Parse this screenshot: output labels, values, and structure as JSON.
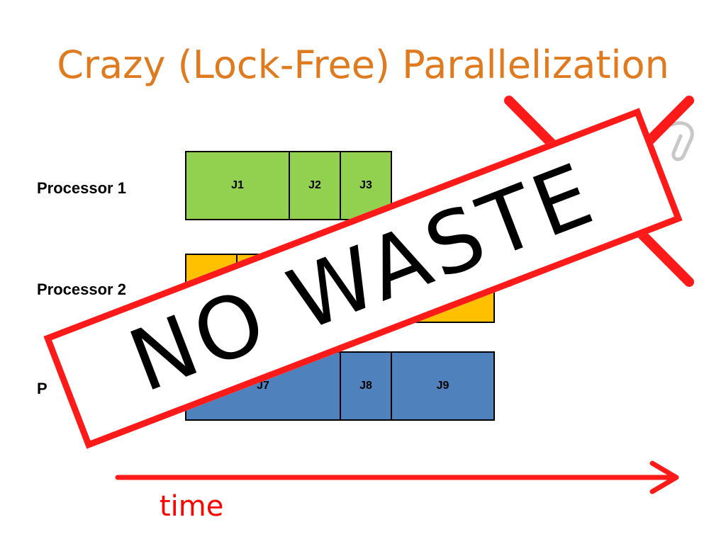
{
  "slide": {
    "title": "Crazy (Lock-Free) Parallelization",
    "processors": [
      {
        "label": "Processor 1"
      },
      {
        "label": "Processor 2"
      },
      {
        "label": "P"
      }
    ],
    "jobs": {
      "j1": "J1",
      "j2": "J2",
      "j3": "J3",
      "j7": "J7",
      "j8": "J8",
      "j9": "J9"
    },
    "time_label": "time",
    "stamp_text": "NO WASTE"
  },
  "colors": {
    "title": "#e07a1f",
    "proc1": "#92d050",
    "proc2": "#ffc000",
    "proc3": "#4f81bd",
    "accent": "#ff0000"
  },
  "icons": [
    "red-x-icon",
    "paperclip-icon",
    "arrow-right-icon"
  ]
}
